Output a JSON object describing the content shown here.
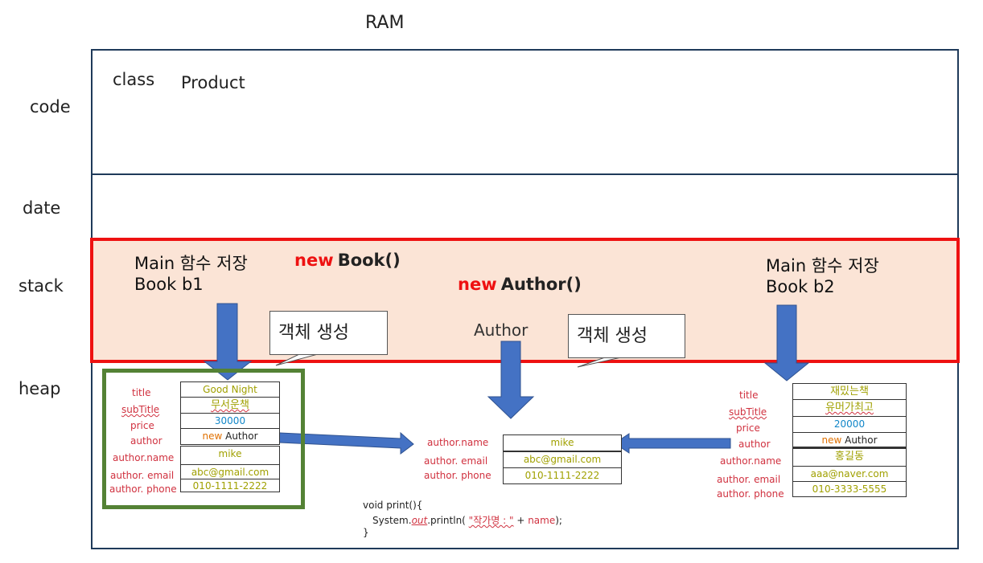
{
  "ram_title": "RAM",
  "segments": {
    "code": "code",
    "date": "date",
    "stack": "stack",
    "heap": "heap"
  },
  "code_area": {
    "keyword": "class",
    "name": "Product"
  },
  "stack_area": {
    "left_frame": [
      "Main 함수 저장",
      "Book b1"
    ],
    "right_frame": [
      "Main 함수 저장",
      "Book b2"
    ],
    "new_book": {
      "kw": "new",
      "cls": "Book()"
    },
    "new_author": {
      "kw": "new",
      "cls": "Author()"
    },
    "author_label": "Author",
    "callout_left": "객체 생성",
    "callout_right": "객체 생성"
  },
  "book1": {
    "labels": [
      "title",
      "subTitle",
      "price",
      "author",
      "author.name",
      "author. email",
      "author. phone"
    ],
    "values": {
      "title": "Good Night",
      "subTitle": "무서운책",
      "price": "30000",
      "author_new": "new",
      "author_cls": "Author",
      "name": "mike",
      "email": "abc@gmail.com",
      "phone": "010-1111-2222"
    }
  },
  "author_obj": {
    "labels": [
      "author.name",
      "author. email",
      "author. phone"
    ],
    "values": {
      "name": "mike",
      "email": "abc@gmail.com",
      "phone": "010-1111-2222"
    }
  },
  "book2": {
    "labels": [
      "title",
      "subTitle",
      "price",
      "author",
      "author.name",
      "author. email",
      "author. phone"
    ],
    "values": {
      "title": "재밌는책",
      "subTitle": "유머가최고",
      "price": "20000",
      "author_new": "new",
      "author_cls": "Author",
      "name": "홍길동",
      "email": "aaa@naver.com",
      "phone": "010-3333-5555"
    }
  },
  "code_snippet": {
    "line1": "void print(){",
    "line2_a": "System.",
    "line2_out": "out",
    "line2_b": ".println( ",
    "line2_str": "\"작가명 : \"",
    "line2_plus": " + ",
    "line2_var": "name",
    "line2_end": ");",
    "line3": "}"
  },
  "colors": {
    "stack_fill": "#fbe4d6",
    "stack_border": "#ee1111",
    "arrow": "#4472c4",
    "frame_green": "#548235",
    "label_red": "#d0313f"
  }
}
